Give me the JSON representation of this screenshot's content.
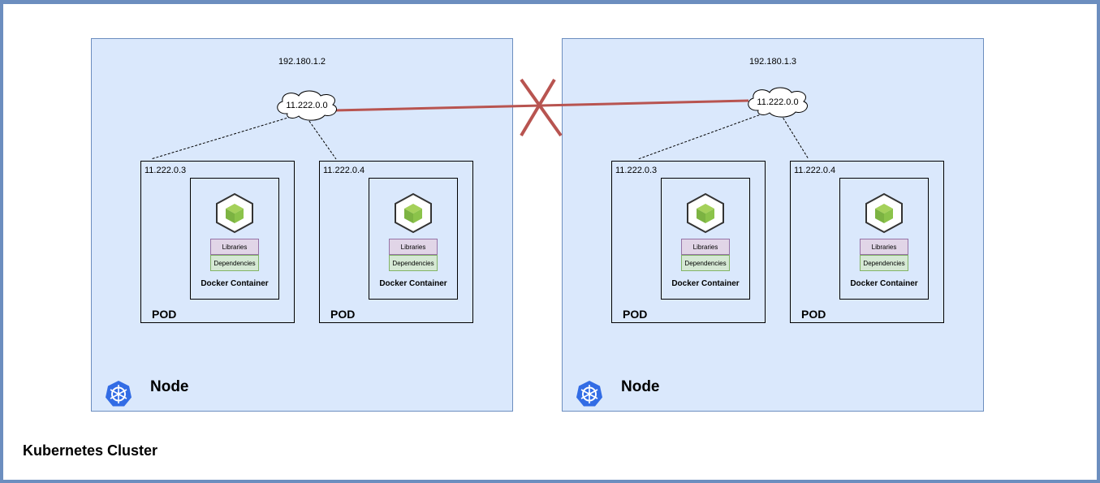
{
  "cluster": {
    "title": "Kubernetes Cluster"
  },
  "nodes": [
    {
      "ip": "192.180.1.2",
      "network": "11.222.0.0",
      "title": "Node",
      "icon": "kubernetes-icon",
      "pods": [
        {
          "ip": "11.222.0.3",
          "title": "POD",
          "container": {
            "title": "Docker Container",
            "libraries": "Libraries",
            "dependencies": "Dependencies",
            "icon": "container-cube-icon"
          }
        },
        {
          "ip": "11.222.0.4",
          "title": "POD",
          "container": {
            "title": "Docker Container",
            "libraries": "Libraries",
            "dependencies": "Dependencies",
            "icon": "container-cube-icon"
          }
        }
      ]
    },
    {
      "ip": "192.180.1.3",
      "network": "11.222.0.0",
      "title": "Node",
      "icon": "kubernetes-icon",
      "pods": [
        {
          "ip": "11.222.0.3",
          "title": "POD",
          "container": {
            "title": "Docker Container",
            "libraries": "Libraries",
            "dependencies": "Dependencies",
            "icon": "container-cube-icon"
          }
        },
        {
          "ip": "11.222.0.4",
          "title": "POD",
          "container": {
            "title": "Docker Container",
            "libraries": "Libraries",
            "dependencies": "Dependencies",
            "icon": "container-cube-icon"
          }
        }
      ]
    }
  ],
  "colors": {
    "frame_border": "#6c8ebf",
    "node_fill": "#dae8fc",
    "libraries_fill": "#e1d5e7",
    "dependencies_fill": "#d5e8d4",
    "blocked_link": "#b85450",
    "cube_green": "#8bc34a",
    "k8s_blue": "#326ce5"
  },
  "connection": {
    "status": "blocked",
    "marker": "cross-icon"
  }
}
